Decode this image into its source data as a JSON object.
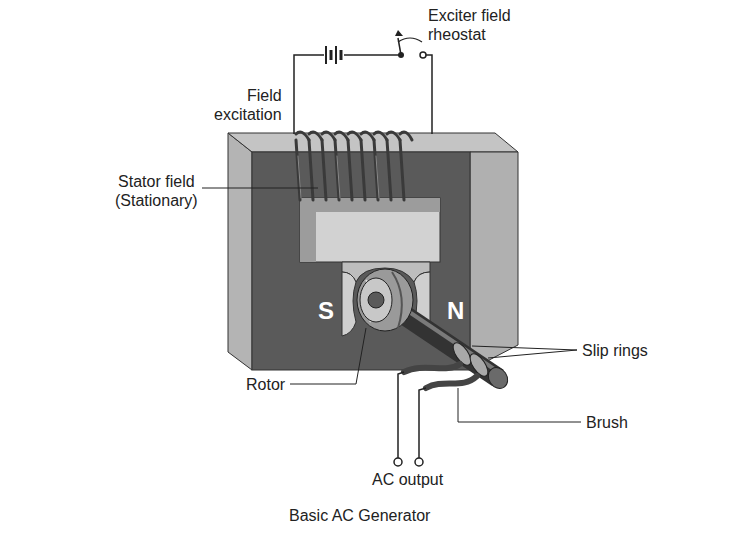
{
  "diagram": {
    "caption": "Basic AC Generator",
    "labels": [
      "Exciter field rheostat",
      "Field excitation",
      "Stator field (Stationary)",
      "S",
      "N",
      "Slip rings",
      "Rotor",
      "Brush",
      "AC output"
    ]
  }
}
